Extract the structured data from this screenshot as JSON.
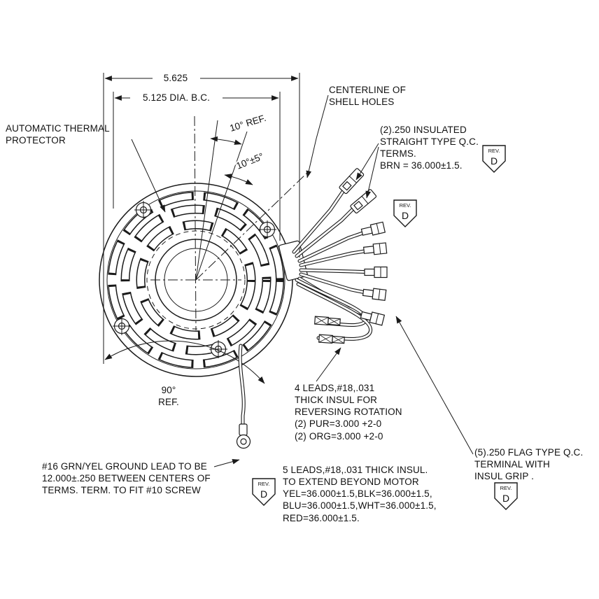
{
  "rev_flag": {
    "label": "REV.",
    "letter": "D"
  },
  "dimensions": {
    "overall_width": "5.625",
    "bolt_circle": "5.125 DIA. B.C.",
    "angle_ref": "10° REF.",
    "angle_tol": "10°±5°",
    "angle_90": "90°\nREF."
  },
  "annotations": {
    "thermal_protector": "AUTOMATIC THERMAL\nPROTECTOR",
    "centerline_shell_holes": "CENTERLINE OF\nSHELL HOLES",
    "straight_qc_terms": "(2).250 INSULATED\nSTRAIGHT TYPE Q.C.\nTERMS.\nBRN = 36.000±1.5.",
    "four_leads": "4 LEADS,#18,.031\nTHICK INSUL FOR\nREVERSING ROTATION\n(2) PUR=3.000 +2-0\n(2) ORG=3.000 +2-0",
    "ground_lead": "#16 GRN/YEL GROUND LEAD TO BE\n12.000±.250 BETWEEN CENTERS OF\nTERMS. TERM. TO FIT #10 SCREW",
    "five_leads": "5 LEADS,#18,.031 THICK INSUL.\nTO EXTEND BEYOND MOTOR\nYEL=36.000±1.5,BLK=36.000±1.5,\nBLU=36.000±1.5,WHT=36.000±1.5,\nRED=36.000±1.5.",
    "flag_qc_terminal": "(5).250 FLAG TYPE Q.C.\nTERMINAL WITH\nINSUL GRIP ."
  },
  "colors": {
    "line": "#1a1a1a",
    "background": "#ffffff"
  }
}
